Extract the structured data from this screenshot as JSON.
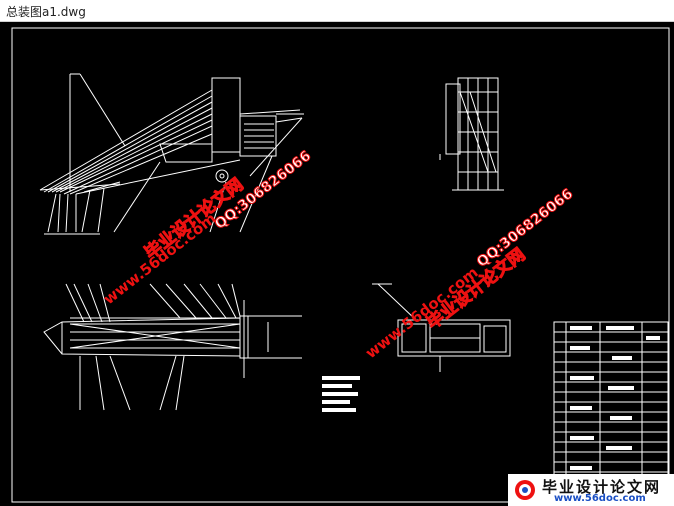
{
  "window": {
    "title": "总装图a1.dwg"
  },
  "watermarks": {
    "brand_cn": "毕业设计论文网",
    "site": "www.56doc.com",
    "qq": "QQ:306826066"
  },
  "logo": {
    "text": "毕业设计论文网",
    "url": "www.56doc.com"
  },
  "colors": {
    "background": "#000000",
    "lines": "#ffffff",
    "watermark": "#ee1111",
    "url_blue": "#1a4fc4"
  }
}
